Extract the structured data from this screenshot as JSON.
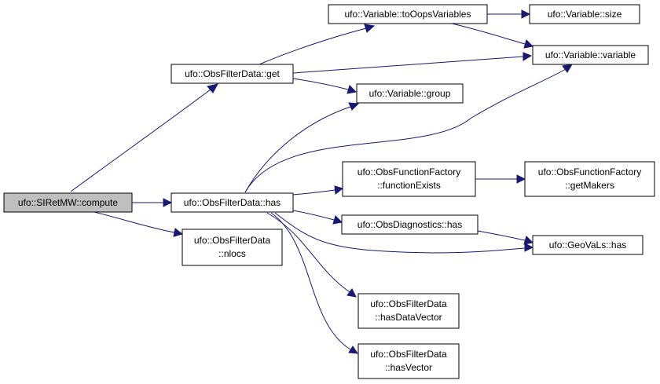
{
  "colors": {
    "edge": "#191970",
    "root_fill": "#bfbfbf",
    "node_fill": "#ffffff",
    "border": "#000000"
  },
  "nodes": {
    "compute": {
      "lines": [
        "ufo::SIRetMW::compute"
      ]
    },
    "get": {
      "lines": [
        "ufo::ObsFilterData::get"
      ]
    },
    "has": {
      "lines": [
        "ufo::ObsFilterData::has"
      ]
    },
    "nlocs": {
      "lines": [
        "ufo::ObsFilterData",
        "::nlocs"
      ]
    },
    "toOops": {
      "lines": [
        "ufo::Variable::toOopsVariables"
      ]
    },
    "size": {
      "lines": [
        "ufo::Variable::size"
      ]
    },
    "variable": {
      "lines": [
        "ufo::Variable::variable"
      ]
    },
    "group": {
      "lines": [
        "ufo::Variable::group"
      ]
    },
    "funcExists": {
      "lines": [
        "ufo::ObsFunctionFactory",
        "::functionExists"
      ]
    },
    "getMakers": {
      "lines": [
        "ufo::ObsFunctionFactory",
        "::getMakers"
      ]
    },
    "diagHas": {
      "lines": [
        "ufo::ObsDiagnostics::has"
      ]
    },
    "geovalsHas": {
      "lines": [
        "ufo::GeoVaLs::has"
      ]
    },
    "hasDataVector": {
      "lines": [
        "ufo::ObsFilterData",
        "::hasDataVector"
      ]
    },
    "hasVector": {
      "lines": [
        "ufo::ObsFilterData",
        "::hasVector"
      ]
    }
  }
}
